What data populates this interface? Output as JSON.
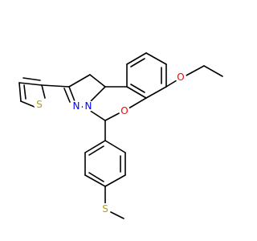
{
  "molecule": {
    "atom_labels": {
      "ethoxy_oxygen": "O",
      "ring_oxygen": "O",
      "pyrazole_n2": "N",
      "pyrazole_n1": "N",
      "thiophene_sulfur": "S",
      "thioether_sulfur": "S"
    },
    "colors": {
      "bond": "#000000",
      "oxygen": "#ff0000",
      "nitrogen": "#0000ff",
      "sulfur": "#b8a000"
    }
  }
}
